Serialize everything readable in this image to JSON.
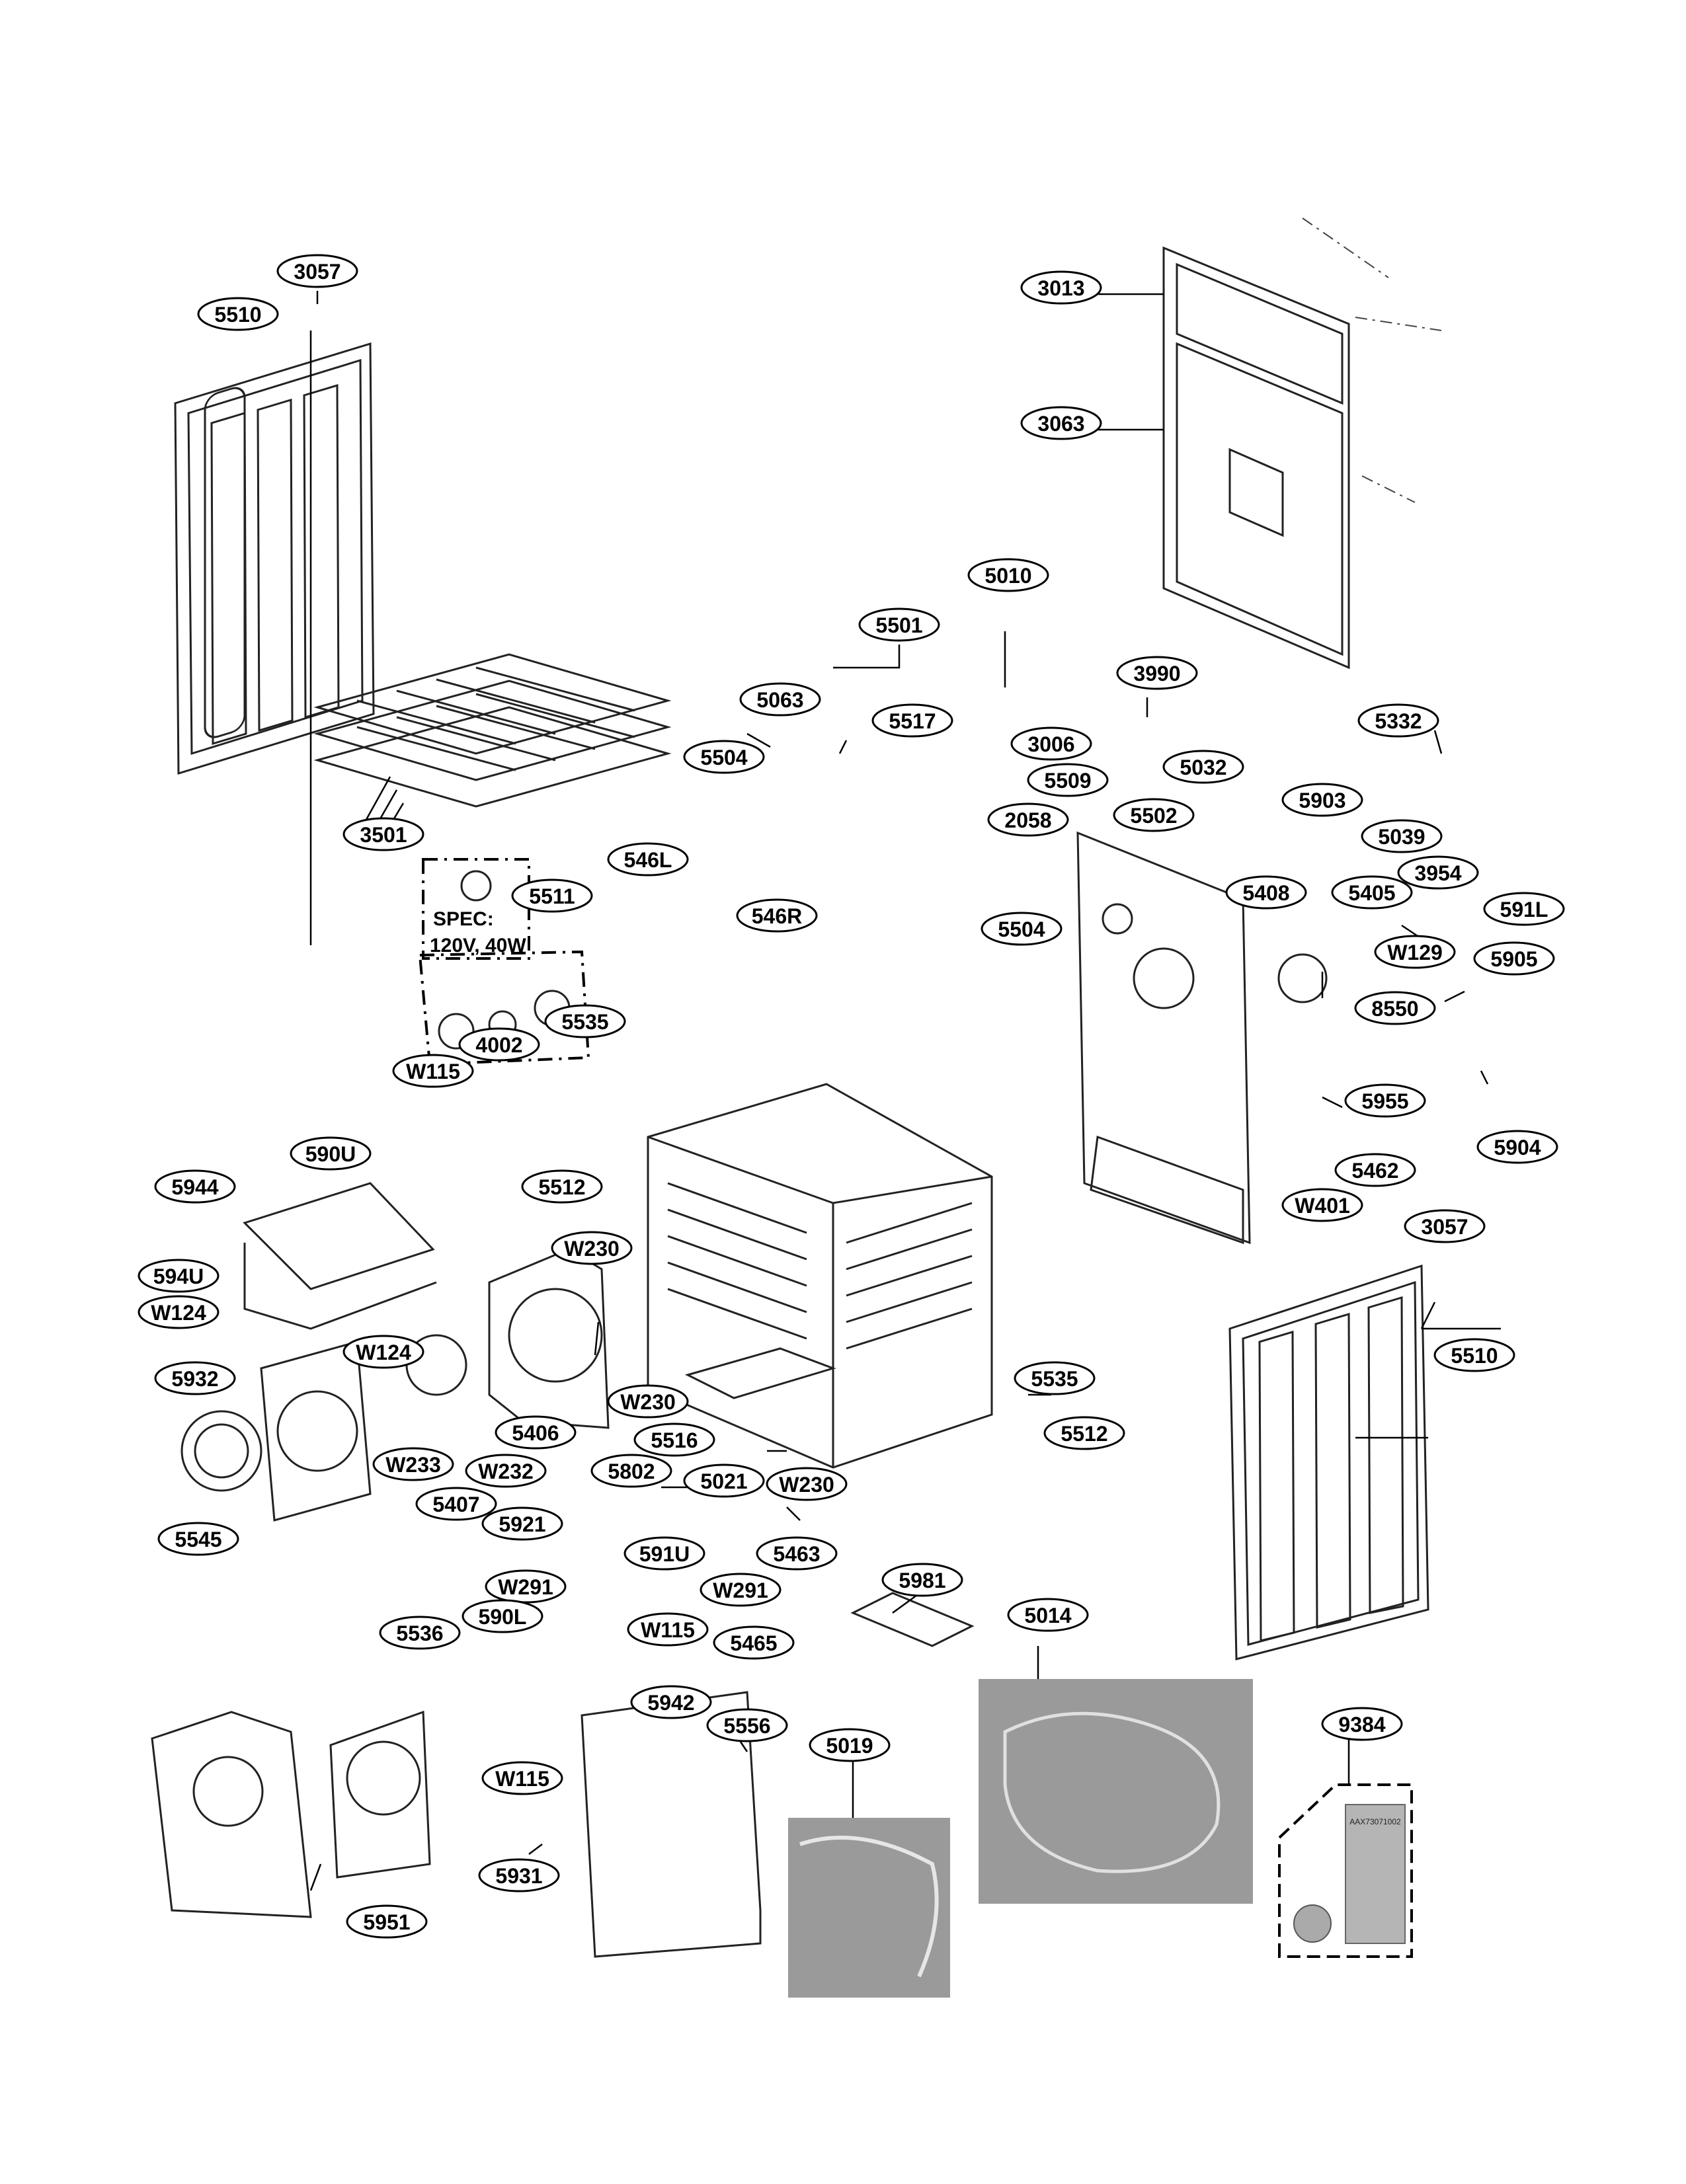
{
  "diagram": {
    "callouts": [
      {
        "label": "3057",
        "name": "callout-3057-top"
      },
      {
        "label": "5510",
        "name": "callout-5510-left"
      },
      {
        "label": "3013",
        "name": "callout-3013"
      },
      {
        "label": "3063",
        "name": "callout-3063"
      },
      {
        "label": "3501",
        "name": "callout-3501"
      },
      {
        "label": "5010",
        "name": "callout-5010"
      },
      {
        "label": "5501",
        "name": "callout-5501"
      },
      {
        "label": "3990",
        "name": "callout-3990"
      },
      {
        "label": "5063",
        "name": "callout-5063"
      },
      {
        "label": "5517",
        "name": "callout-5517"
      },
      {
        "label": "5504",
        "name": "callout-5504-top"
      },
      {
        "label": "3006",
        "name": "callout-3006"
      },
      {
        "label": "5332",
        "name": "callout-5332"
      },
      {
        "label": "5032",
        "name": "callout-5032"
      },
      {
        "label": "5509",
        "name": "callout-5509"
      },
      {
        "label": "5903",
        "name": "callout-5903"
      },
      {
        "label": "2058",
        "name": "callout-2058"
      },
      {
        "label": "5502",
        "name": "callout-5502"
      },
      {
        "label": "5039",
        "name": "callout-5039"
      },
      {
        "label": "546L",
        "name": "callout-546l"
      },
      {
        "label": "5511",
        "name": "callout-5511"
      },
      {
        "label": "3954",
        "name": "callout-3954"
      },
      {
        "label": "5408",
        "name": "callout-5408"
      },
      {
        "label": "5405",
        "name": "callout-5405"
      },
      {
        "label": "591L",
        "name": "callout-591l"
      },
      {
        "label": "5504",
        "name": "callout-5504-mid"
      },
      {
        "label": "546R",
        "name": "callout-546r"
      },
      {
        "label": "W129",
        "name": "callout-w129"
      },
      {
        "label": "5905",
        "name": "callout-5905"
      },
      {
        "label": "5535",
        "name": "callout-5535-left"
      },
      {
        "label": "8550",
        "name": "callout-8550"
      },
      {
        "label": "4002",
        "name": "callout-4002"
      },
      {
        "label": "W115",
        "name": "callout-w115-top"
      },
      {
        "label": "5955",
        "name": "callout-5955"
      },
      {
        "label": "5904",
        "name": "callout-5904"
      },
      {
        "label": "590U",
        "name": "callout-590u"
      },
      {
        "label": "5462",
        "name": "callout-5462"
      },
      {
        "label": "5512",
        "name": "callout-5512-left"
      },
      {
        "label": "5944",
        "name": "callout-5944"
      },
      {
        "label": "W401",
        "name": "callout-w401"
      },
      {
        "label": "3057",
        "name": "callout-3057-right"
      },
      {
        "label": "W230",
        "name": "callout-w230-a"
      },
      {
        "label": "594U",
        "name": "callout-594u"
      },
      {
        "label": "W124",
        "name": "callout-w124-left"
      },
      {
        "label": "5510",
        "name": "callout-5510-right"
      },
      {
        "label": "W124",
        "name": "callout-w124-mid"
      },
      {
        "label": "5932",
        "name": "callout-5932"
      },
      {
        "label": "5535",
        "name": "callout-5535-right"
      },
      {
        "label": "W230",
        "name": "callout-w230-b"
      },
      {
        "label": "5406",
        "name": "callout-5406"
      },
      {
        "label": "5512",
        "name": "callout-5512-right"
      },
      {
        "label": "5516",
        "name": "callout-5516"
      },
      {
        "label": "W233",
        "name": "callout-w233"
      },
      {
        "label": "W232",
        "name": "callout-w232"
      },
      {
        "label": "5802",
        "name": "callout-5802"
      },
      {
        "label": "5021",
        "name": "callout-5021"
      },
      {
        "label": "W230",
        "name": "callout-w230-c"
      },
      {
        "label": "5407",
        "name": "callout-5407"
      },
      {
        "label": "5545",
        "name": "callout-5545"
      },
      {
        "label": "5921",
        "name": "callout-5921"
      },
      {
        "label": "591U",
        "name": "callout-591u"
      },
      {
        "label": "5463",
        "name": "callout-5463"
      },
      {
        "label": "5981",
        "name": "callout-5981"
      },
      {
        "label": "W291",
        "name": "callout-w291-left"
      },
      {
        "label": "W291",
        "name": "callout-w291-right"
      },
      {
        "label": "590L",
        "name": "callout-590l"
      },
      {
        "label": "W115",
        "name": "callout-w115-mid"
      },
      {
        "label": "5014",
        "name": "callout-5014"
      },
      {
        "label": "5536",
        "name": "callout-5536"
      },
      {
        "label": "5465",
        "name": "callout-5465"
      },
      {
        "label": "5942",
        "name": "callout-5942"
      },
      {
        "label": "5556",
        "name": "callout-5556"
      },
      {
        "label": "5019",
        "name": "callout-5019"
      },
      {
        "label": "9384",
        "name": "callout-9384"
      },
      {
        "label": "W115",
        "name": "callout-w115-bottom"
      },
      {
        "label": "5931",
        "name": "callout-5931"
      },
      {
        "label": "5951",
        "name": "callout-5951"
      }
    ],
    "spec_box": {
      "line1": "SPEC:",
      "line2": "120V, 40W"
    },
    "bag_label": "AAX73071002"
  }
}
